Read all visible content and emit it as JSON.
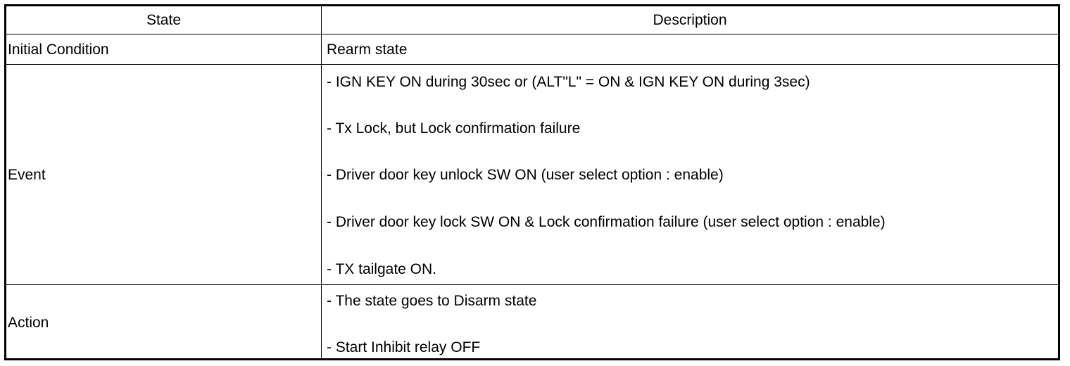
{
  "table": {
    "headers": {
      "state": "State",
      "description": "Description"
    },
    "rows": [
      {
        "state": "Initial Condition",
        "description": [
          "Rearm state"
        ]
      },
      {
        "state": "Event",
        "description": [
          "-  IGN KEY ON during 30sec or (ALT\"L\" = ON & IGN KEY ON during 3sec)",
          "-  Tx Lock, but Lock confirmation failure",
          "-  Driver door key unlock SW ON (user select option : enable)",
          "-  Driver door key lock SW ON & Lock confirmation failure (user select option : enable)",
          "-  TX tailgate ON."
        ]
      },
      {
        "state": "Action",
        "description": [
          "-  The state goes to Disarm state",
          "-  Start Inhibit relay OFF"
        ]
      }
    ]
  }
}
